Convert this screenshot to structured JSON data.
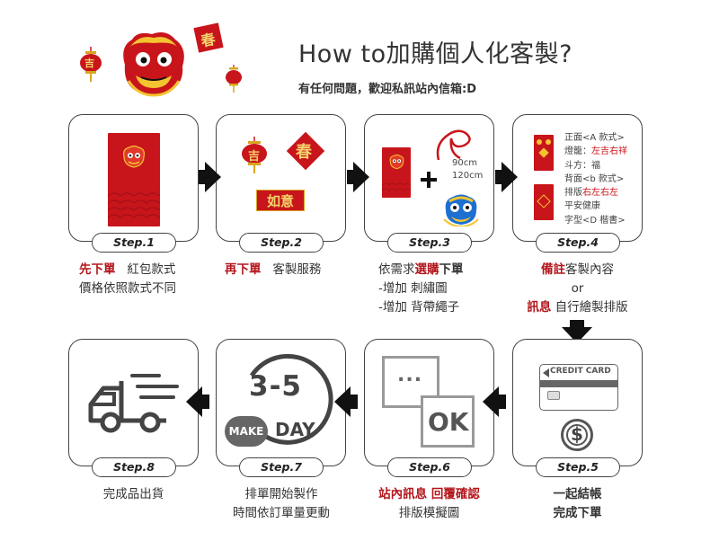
{
  "header": {
    "title": "How to加購個人化客製?",
    "subtitle": "有任何問題，歡迎私訊站內信箱:D"
  },
  "steps": [
    {
      "label": "Step.1"
    },
    {
      "label": "Step.2"
    },
    {
      "label": "Step.3"
    },
    {
      "label": "Step.4"
    },
    {
      "label": "Step.5"
    },
    {
      "label": "Step.6"
    },
    {
      "label": "Step.7"
    },
    {
      "label": "Step.8"
    }
  ],
  "step1": {
    "red": "先下單",
    "text1": "紅包款式",
    "line2": "價格依照款式不同"
  },
  "step2": {
    "red": "再下單",
    "text1": "客製服務",
    "tags": [
      "吉",
      "春",
      "如意"
    ]
  },
  "step3": {
    "line1a": "依需求",
    "line1red": "選購",
    "line1b": "下單",
    "line2": "-增加 刺繡圖",
    "line3": "-增加 背帶繩子",
    "len1": "90cm",
    "len2": "120cm"
  },
  "step4": {
    "red": "備註",
    "text1": "客製內容",
    "or": "or",
    "red2": "訊息",
    "text2": "自行繪製排版",
    "spec": {
      "front": "正面<A 款式>",
      "lantern_label": "燈籠：",
      "lantern_value": "左吉右祥",
      "doufang_label": "斗方：",
      "doufang_value": "福",
      "back": "背面<b 款式>",
      "layout_label": "排版",
      "layout_value": "右左右左",
      "text_line": "平安健康",
      "font": "字型<D 楷書>"
    }
  },
  "step5": {
    "line1": "一起結帳",
    "line2": "完成下單",
    "card_label": "CREDIT CARD",
    "dollar": "$"
  },
  "step6": {
    "line1": "站內訊息 回覆確認",
    "line2": "排版模擬圖",
    "dots": "...",
    "ok": "OK"
  },
  "step7": {
    "line1": "排單開始製作",
    "line2": "時間依訂單量更動",
    "range": "3-5",
    "make": "MAKE",
    "day": "DAY"
  },
  "step8": {
    "line1": "完成品出貨"
  },
  "decor": {
    "lantern_char": "吉",
    "spring_char": "春"
  }
}
